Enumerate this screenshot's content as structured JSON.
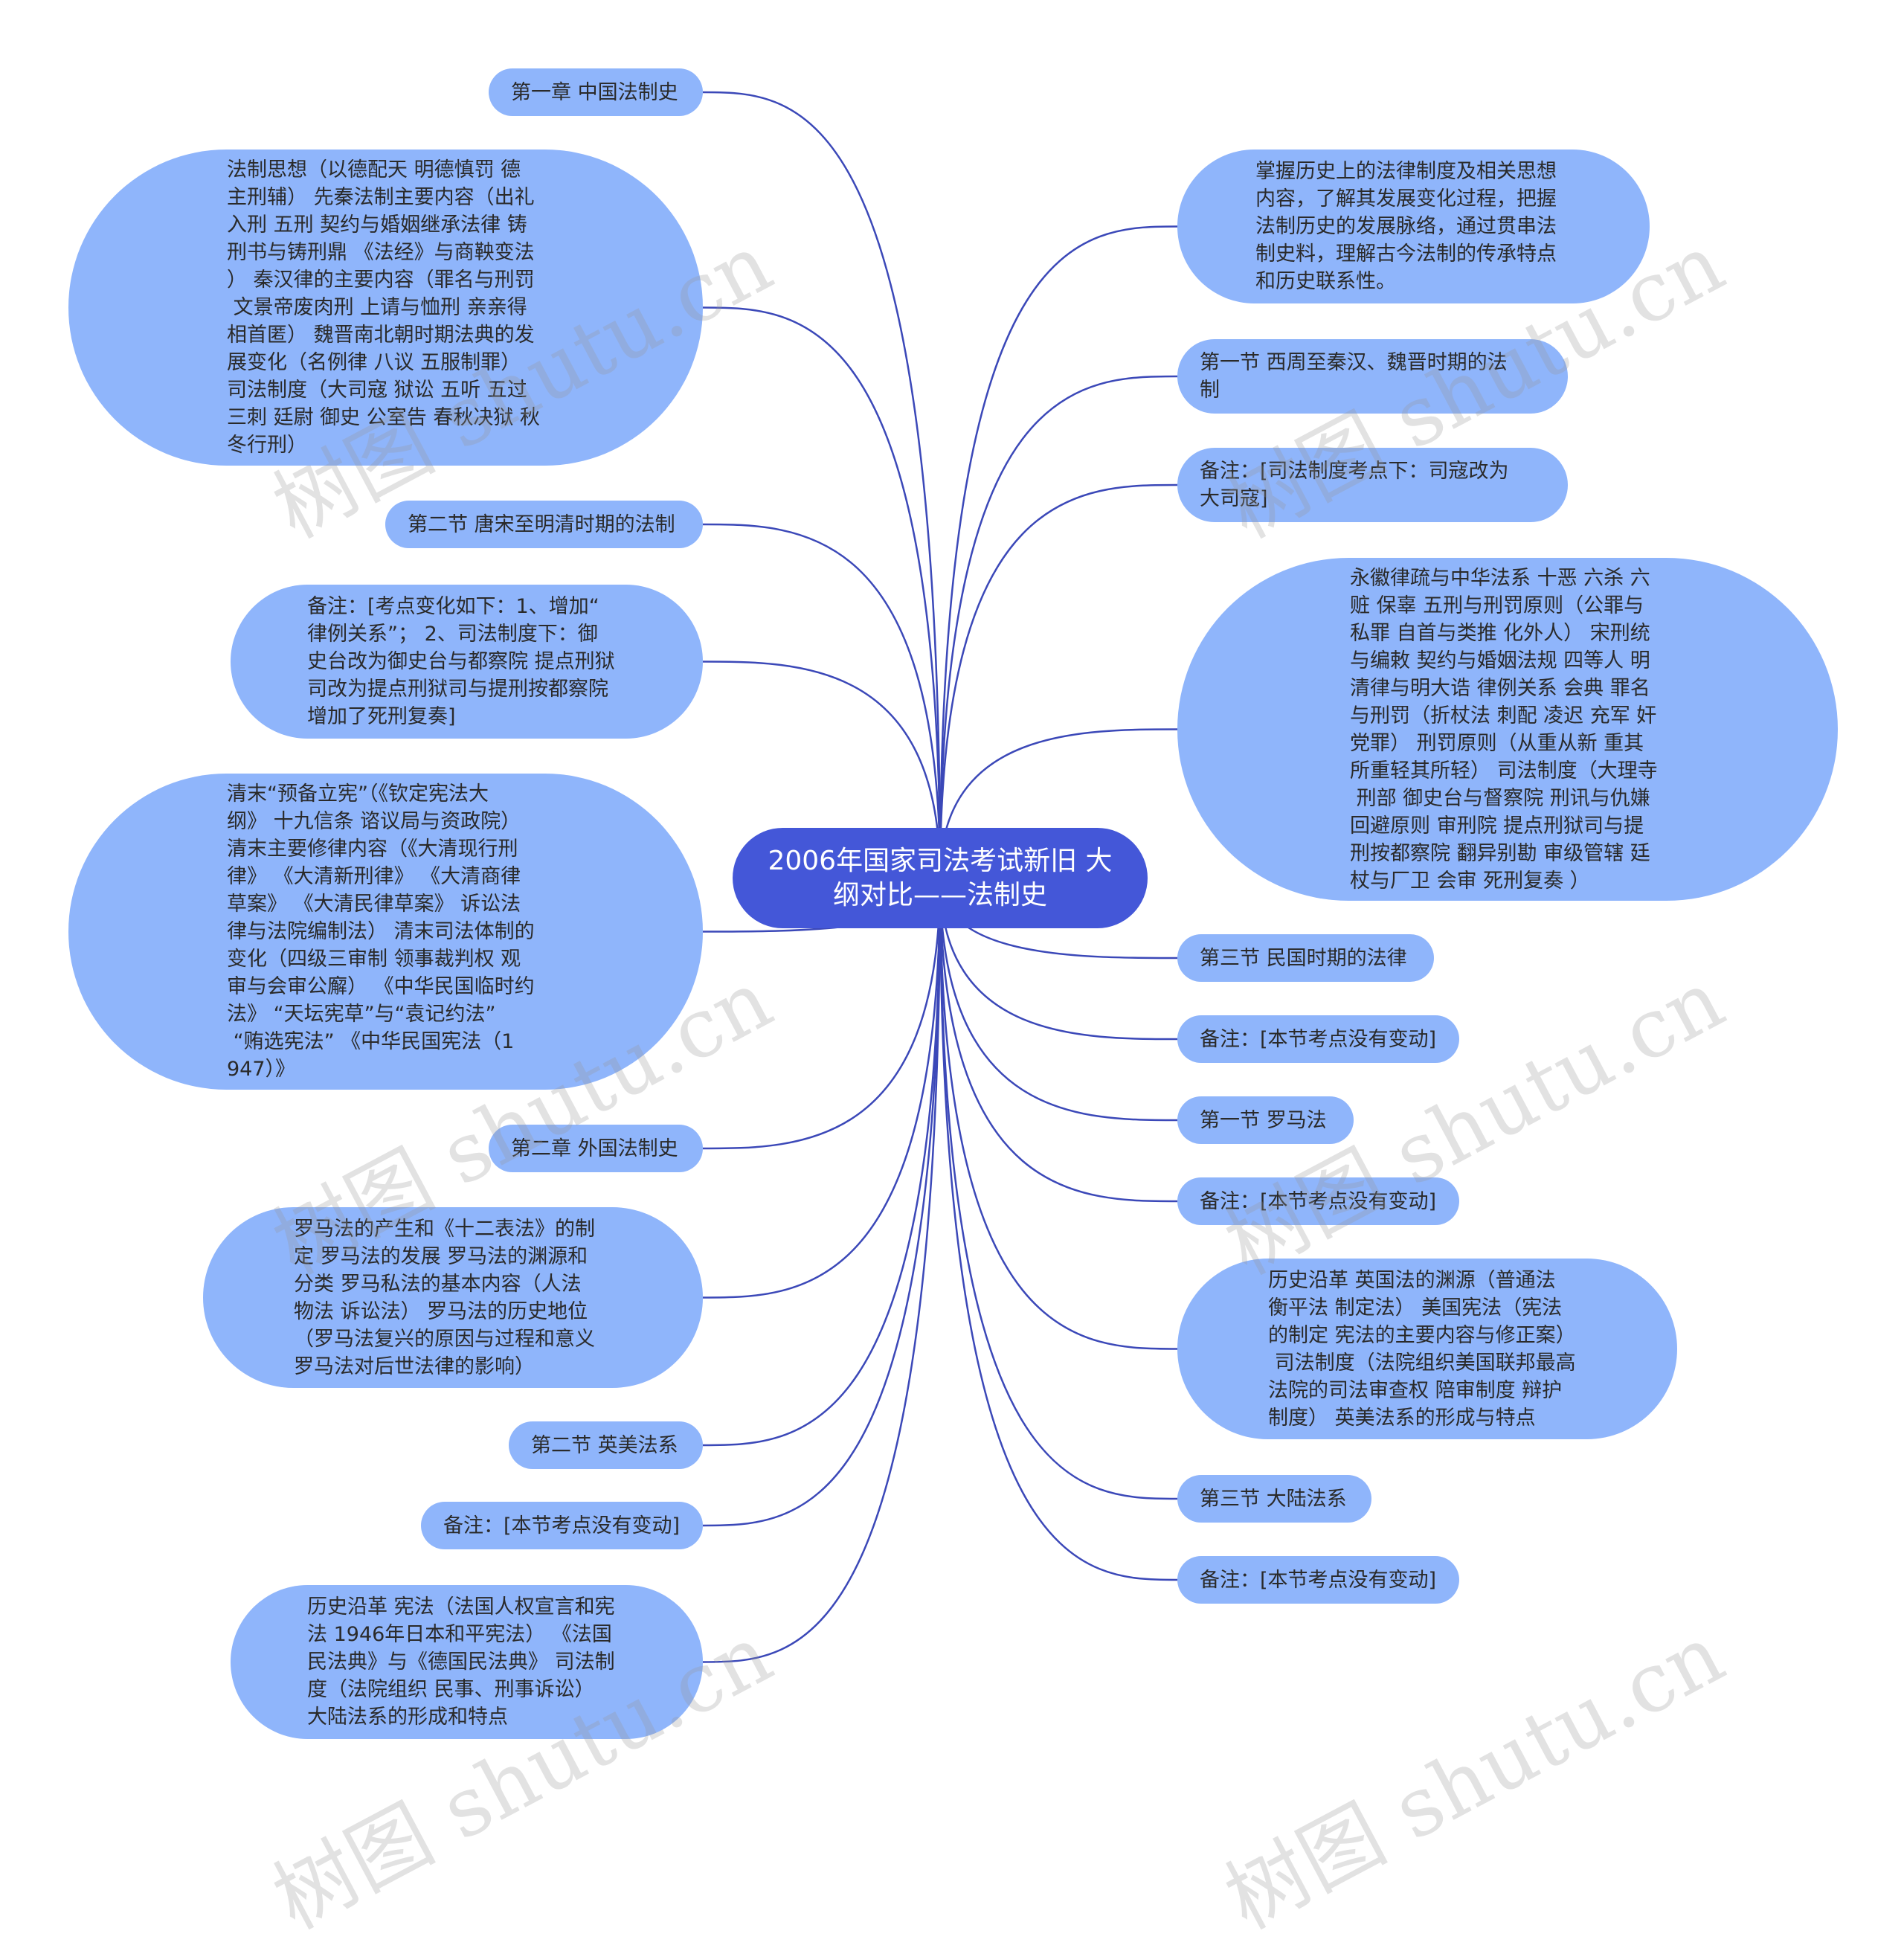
{
  "root": {
    "label": "2006年国家司法考试新旧\n大纲对比——法制史"
  },
  "left_nodes": [
    {
      "id": "l1",
      "text": "第一章 中国法制史"
    },
    {
      "id": "l2",
      "text": "法制思想（以德配天 明德慎罚 德\n主刑辅） 先秦法制主要内容（出礼\n入刑 五刑 契约与婚姻继承法律 铸\n刑书与铸刑鼎 《法经》与商鞅变法\n） 秦汉律的主要内容（罪名与刑罚\n 文景帝废肉刑 上请与恤刑 亲亲得\n相首匿） 魏晋南北朝时期法典的发\n展变化（名例律 八议 五服制罪）\n司法制度（大司寇 狱讼 五听 五过\n三刺 廷尉 御史 公室告 春秋决狱 秋\n冬行刑）"
    },
    {
      "id": "l3",
      "text": "第二节 唐宋至明清时期的法制"
    },
    {
      "id": "l4",
      "text": "备注：[考点变化如下：1、增加“\n律例关系”； 2、司法制度下：御\n史台改为御史台与都察院 提点刑狱\n司改为提点刑狱司与提刑按都察院\n增加了死刑复奏]"
    },
    {
      "id": "l5",
      "text": "清末“预备立宪”（《钦定宪法大\n纲》 十九信条 谘议局与资政院）\n清末主要修律内容（《大清现行刑\n律》 《大清新刑律》 《大清商律\n草案》 《大清民律草案》 诉讼法\n律与法院编制法） 清末司法体制的\n变化（四级三审制 领事裁判权 观\n审与会审公廨） 《中华民国临时约\n法》 “天坛宪草”与“袁记约法”\n “贿选宪法” 《中华民国宪法（1\n947）》"
    },
    {
      "id": "l6",
      "text": "第二章 外国法制史"
    },
    {
      "id": "l7",
      "text": "罗马法的产生和《十二表法》的制\n定 罗马法的发展 罗马法的渊源和\n分类 罗马私法的基本内容（人法\n物法 诉讼法） 罗马法的历史地位\n（罗马法复兴的原因与过程和意义\n罗马法对后世法律的影响）"
    },
    {
      "id": "l8",
      "text": "第二节 英美法系"
    },
    {
      "id": "l9",
      "text": "备注：[本节考点没有变动]"
    },
    {
      "id": "l10",
      "text": "历史沿革 宪法（法国人权宣言和宪\n法 1946年日本和平宪法） 《法国\n民法典》与《德国民法典》 司法制\n度（法院组织 民事、刑事诉讼）\n大陆法系的形成和特点"
    }
  ],
  "right_nodes": [
    {
      "id": "r1",
      "text": "掌握历史上的法律制度及相关思想\n内容，了解其发展变化过程，把握\n法制历史的发展脉络，通过贯串法\n制史料，理解古今法制的传承特点\n和历史联系性。"
    },
    {
      "id": "r2",
      "text": "第一节 西周至秦汉、魏晋时期的法\n制"
    },
    {
      "id": "r3",
      "text": "备注：[司法制度考点下：司寇改为\n大司寇]"
    },
    {
      "id": "r4",
      "text": "永徽律疏与中华法系 十恶 六杀 六\n赃 保辜 五刑与刑罚原则（公罪与\n私罪 自首与类推 化外人） 宋刑统\n与编敕 契约与婚姻法规 四等人 明\n清律与明大诰 律例关系 会典 罪名\n与刑罚（折杖法 刺配 凌迟 充军 奸\n党罪） 刑罚原则（从重从新 重其\n所重轻其所轻） 司法制度（大理寺\n 刑部 御史台与督察院 刑讯与仇嫌\n回避原则 审刑院 提点刑狱司与提\n刑按都察院 翻异别勘 审级管辖 廷\n杖与厂卫 会审 死刑复奏 ）"
    },
    {
      "id": "r5",
      "text": "第三节 民国时期的法律"
    },
    {
      "id": "r6",
      "text": "备注：[本节考点没有变动]"
    },
    {
      "id": "r7",
      "text": "第一节 罗马法"
    },
    {
      "id": "r8",
      "text": "备注：[本节考点没有变动]"
    },
    {
      "id": "r9",
      "text": "历史沿革 英国法的渊源（普通法\n衡平法 制定法） 美国宪法（宪法\n的制定 宪法的主要内容与修正案）\n 司法制度（法院组织美国联邦最高\n法院的司法审查权 陪审制度 辩护\n制度） 英美法系的形成与特点"
    },
    {
      "id": "r10",
      "text": "第三节 大陆法系"
    },
    {
      "id": "r11",
      "text": "备注：[本节考点没有变动]"
    }
  ],
  "watermark": "树图 shutu.cn",
  "colors": {
    "root": "#4457d8",
    "node": "#8fb5fb",
    "link": "#3b48b8"
  }
}
